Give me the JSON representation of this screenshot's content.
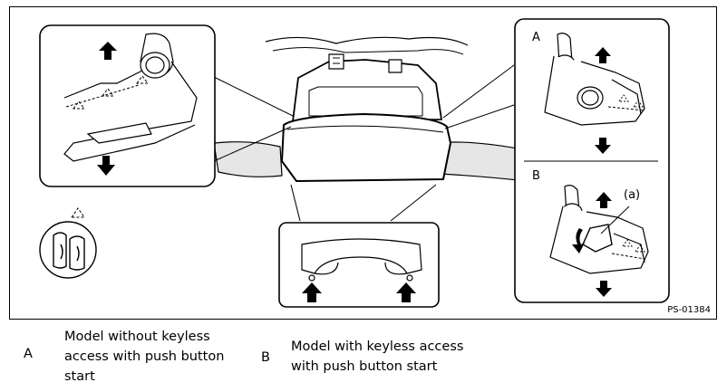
{
  "figure": {
    "code": "PS-01384",
    "panel_a_letter": "A",
    "panel_b_letter": "B",
    "callout_a": "(a)"
  },
  "legend": [
    {
      "key": "A",
      "text_lines": [
        "Model without keyless",
        "access with push button",
        "start"
      ]
    },
    {
      "key": "B",
      "text_lines": [
        "Model with keyless access",
        "with push button start"
      ]
    }
  ]
}
